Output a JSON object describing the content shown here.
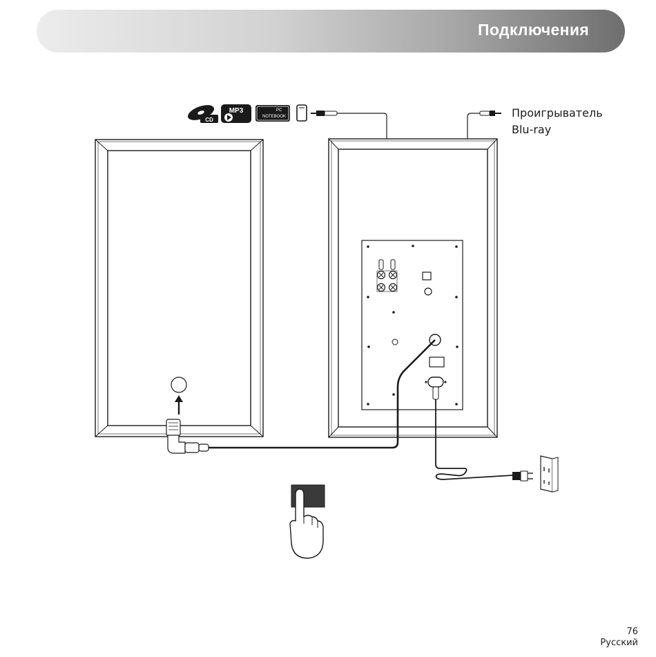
{
  "header": {
    "title": "Подключения"
  },
  "source_icons": [
    {
      "name": "cd-icon",
      "text": "CD"
    },
    {
      "name": "mp3-icon",
      "text": "MP3"
    },
    {
      "name": "pc-notebook-icon",
      "text_top": "PC",
      "text_bottom": "NOTEBOOK"
    },
    {
      "name": "smartphone-icon"
    }
  ],
  "bluray_label": {
    "line1": "Проигрыватель",
    "line2": "Blu-ray"
  },
  "footer": {
    "page_number": "76",
    "language": "Русский"
  }
}
